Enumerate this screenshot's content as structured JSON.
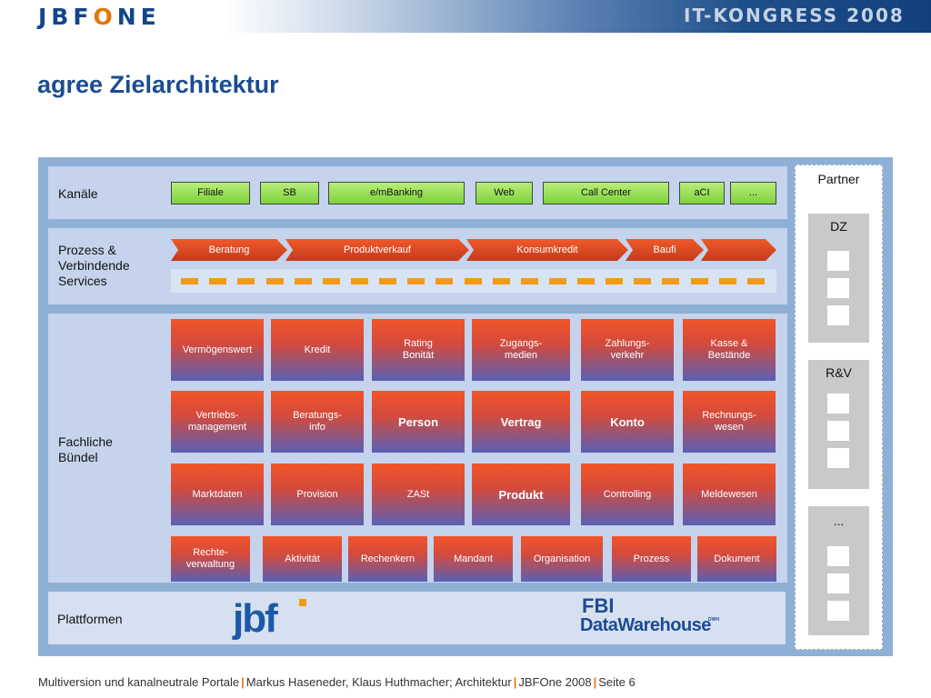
{
  "header": {
    "logo_pre": "JBF",
    "logo_o": "O",
    "logo_post": "NE",
    "congress": "IT-KONGRESS 2008"
  },
  "title": "agree Zielarchitektur",
  "bands": {
    "kanaele": "Kanäle",
    "prozess": "Prozess &\nVerbindende\nServices",
    "fachlich": "Fachliche\nBündel",
    "plattform": "Plattformen"
  },
  "channels": [
    "Filiale",
    "SB",
    "e/mBanking",
    "Web",
    "Call Center",
    "aCI",
    "..."
  ],
  "processes": [
    "Beratung",
    "Produktverkauf",
    "Konsumkredit",
    "Baufi",
    ""
  ],
  "bundles": {
    "row1": [
      "Vermögenswert",
      "Kredit",
      "Rating\nBonität",
      "Zugangs-\nmedien",
      "Zahlungs-\nverkehr",
      "Kasse &\nBestände"
    ],
    "row2": [
      "Vertriebs-\nmanagement",
      "Beratungs-\ninfo",
      "Person",
      "Vertrag",
      "Konto",
      "Rechnungs-\nwesen"
    ],
    "row3": [
      "Marktdaten",
      "Provision",
      "ZASt",
      "Produkt",
      "Controlling",
      "Meldewesen"
    ],
    "row4": [
      "Rechte-\nverwaltung",
      "Aktivität",
      "Rechenkern",
      "Mandant",
      "Organisation",
      "Prozess",
      "Dokument"
    ]
  },
  "partner": {
    "label": "Partner",
    "groups": [
      "DZ",
      "R&V",
      "..."
    ]
  },
  "platforms": {
    "jbf": "jbf",
    "fbi_line1": "FBI",
    "fbi_line2": "DataWarehouse",
    "fbi_dwh": "DWH"
  },
  "footer": {
    "part1": "Multiversion und kanalneutrale Portale",
    "part2": "Markus Haseneder, Klaus Huthmacher; Architektur",
    "part3": "JBFOne 2008",
    "part4": "Seite 6",
    "separator": "|"
  },
  "colors": {
    "accent_orange": "#f39a14",
    "brand_blue": "#1b4c92",
    "channel_green": "#7fd13b",
    "process_red": "#e04a25"
  }
}
